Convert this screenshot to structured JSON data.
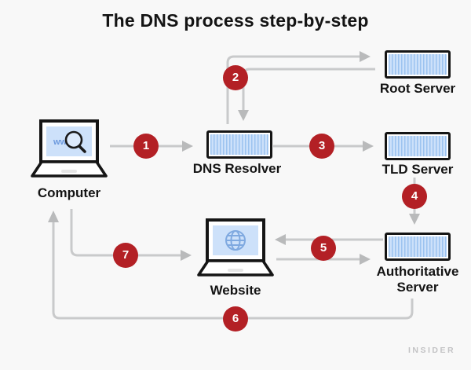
{
  "title": "The DNS process step-by-step",
  "watermark": "INSIDER",
  "colors": {
    "background": "#f8f8f8",
    "ink": "#141414",
    "step_badge_red": "#b32025",
    "badge_text": "#ffffff",
    "connector_gray": "#c9cacb",
    "arrowhead_gray": "#b9babb",
    "screen_blue": "#cde1fa",
    "server_stripe_blue": "#9cc3f0",
    "globe_blue": "#7fa9e0",
    "device_outline": "#151515"
  },
  "nodes": {
    "computer": {
      "label": "Computer",
      "screen_text": "www",
      "icon": "laptop-with-search-magnifier"
    },
    "dns_resolver": {
      "label": "DNS Resolver",
      "icon": "server-box"
    },
    "root_server": {
      "label": "Root Server",
      "icon": "server-box"
    },
    "tld_server": {
      "label": "TLD Server",
      "icon": "server-box"
    },
    "authoritative_server": {
      "label": "Authoritative Server",
      "icon": "server-box"
    },
    "website": {
      "label": "Website",
      "icon": "laptop-with-globe"
    }
  },
  "steps": [
    {
      "number": "1",
      "from": "Computer",
      "to": "DNS Resolver"
    },
    {
      "number": "2",
      "from": "DNS Resolver",
      "to": "Root Server",
      "note": "round trip, paired arrows"
    },
    {
      "number": "3",
      "from": "DNS Resolver",
      "to": "TLD Server"
    },
    {
      "number": "4",
      "from": "TLD Server",
      "to": "Authoritative Server"
    },
    {
      "number": "5",
      "from": "Authoritative Server",
      "to": "Website",
      "note": "round trip, paired arrows"
    },
    {
      "number": "6",
      "from": "Authoritative Server",
      "to": "Computer",
      "note": "long bottom return path"
    },
    {
      "number": "7",
      "from": "Computer",
      "to": "Website"
    }
  ]
}
